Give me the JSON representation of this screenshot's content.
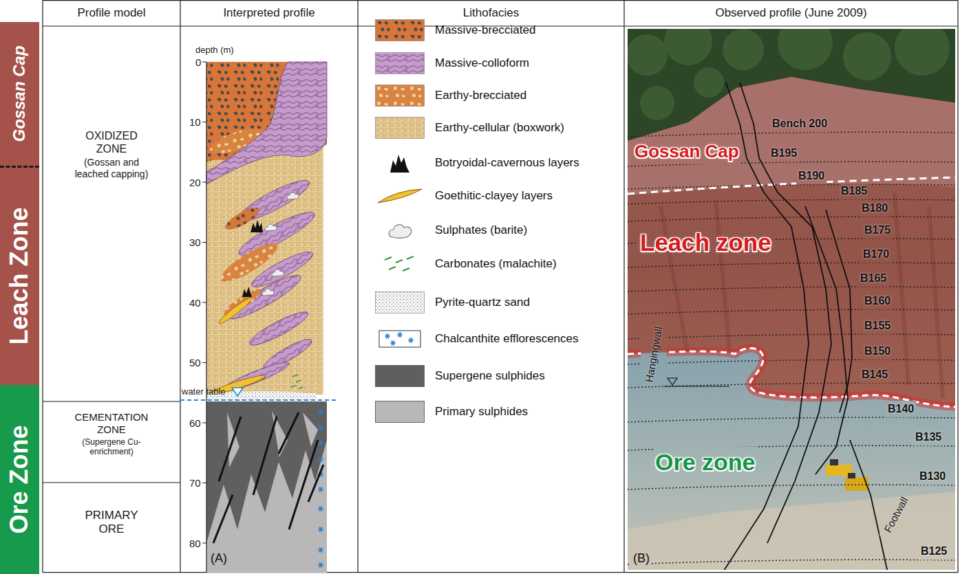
{
  "diagram": {
    "nodes": [
      {
        "text": [
          "Profile model"
        ]
      },
      {
        "text": [
          "Interpreted profile"
        ]
      },
      {
        "text": [
          "Lithofacies"
        ]
      },
      {
        "text": [
          "Observed profile (June 2009)"
        ]
      },
      {
        "text": [
          "Gossan Cap"
        ]
      },
      {
        "text": [
          "Leach Zone"
        ]
      },
      {
        "text": [
          "Ore Zone"
        ]
      },
      {
        "text": [
          "OXIDIZED ZONE",
          "(Gossan and leached capping)"
        ]
      },
      {
        "text": [
          "CEMENTATION ZONE",
          "(Supergene Cu-enrichment)"
        ]
      },
      {
        "text": [
          "PRIMARY ORE"
        ]
      }
    ],
    "labels": [
      "depth (m)",
      "0",
      "10",
      "20",
      "30",
      "40",
      "50",
      "60",
      "70",
      "80",
      "water table",
      "(A)",
      "Gossan Cap",
      "Leach zone",
      "Ore zone",
      "Bench 200",
      "B195",
      "B190",
      "B185",
      "B180",
      "B175",
      "B170",
      "B165",
      "B160",
      "B155",
      "B150",
      "B145",
      "B140",
      "B135",
      "B130",
      "B125",
      "Hangingwall",
      "Footwall",
      "(B)"
    ],
    "legend": [
      {
        "text": "Massive-brecciated"
      },
      {
        "text": "Massive-colloform"
      },
      {
        "text": "Earthy-brecciated"
      },
      {
        "text": "Earthy-cellular (boxwork)"
      },
      {
        "text": "Botryoidal-cavernous layers"
      },
      {
        "text": "Goethitic-clayey layers"
      },
      {
        "text": "Sulphates (barite)"
      },
      {
        "text": "Carbonates (malachite)"
      },
      {
        "text": "Pyrite-quartz sand"
      },
      {
        "text": "Chalcanthite efflorescences"
      },
      {
        "text": "Supergene sulphides",
        "color": "#5f5f5f"
      },
      {
        "text": "Primary sulphides",
        "color": "#b8b8b8"
      }
    ]
  }
}
